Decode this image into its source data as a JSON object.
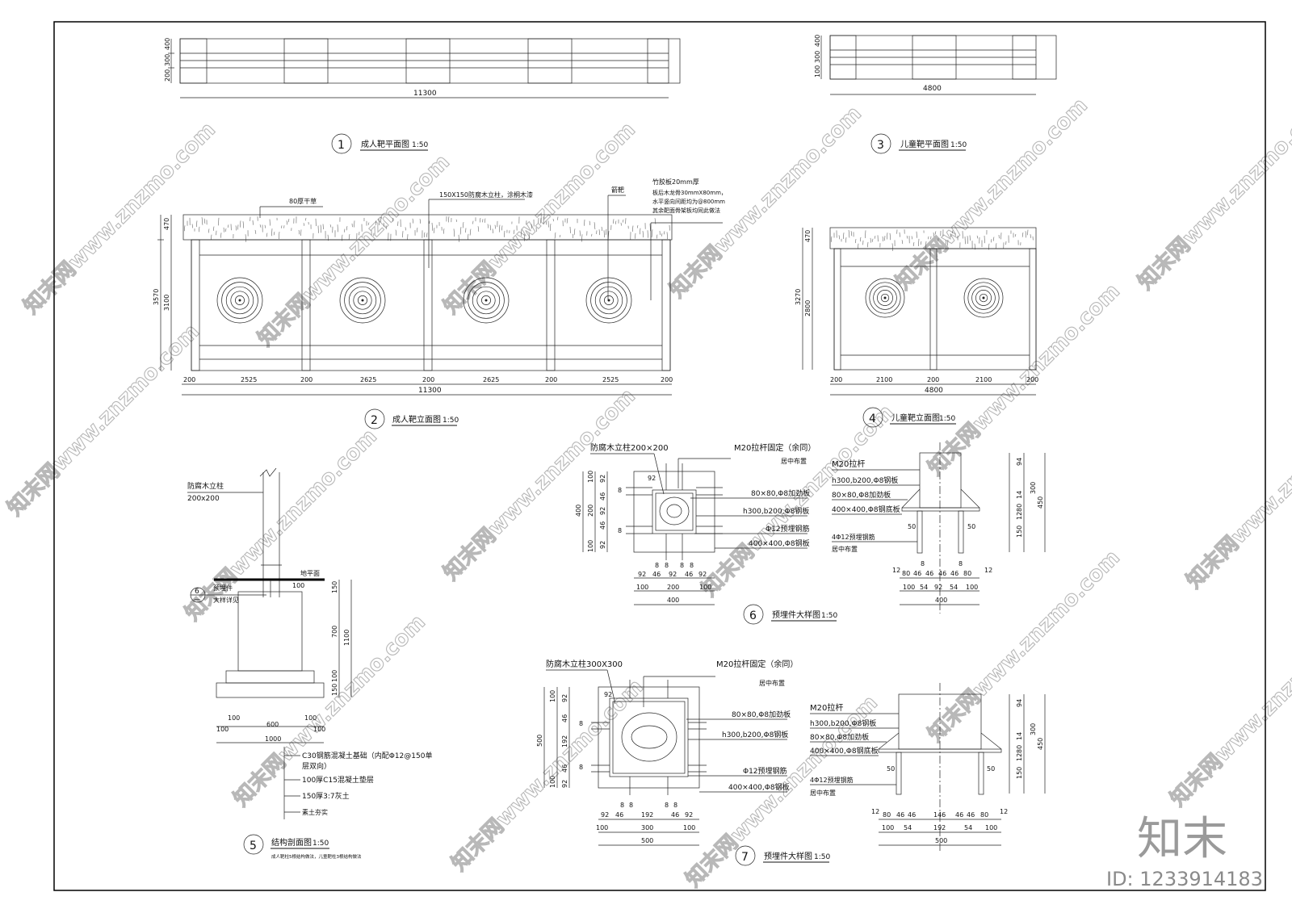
{
  "titles": {
    "t1": {
      "num": "1",
      "name": "成人靶平面图",
      "scale": "1:50"
    },
    "t2": {
      "num": "2",
      "name": "成人靶立面图",
      "scale": "1:50"
    },
    "t3": {
      "num": "3",
      "name": "儿童靶平面图",
      "scale": "1:50"
    },
    "t4": {
      "num": "4",
      "name": "儿童靶立面图",
      "scale": "1:50"
    },
    "t5": {
      "num": "5",
      "name": "结构剖面图",
      "scale": "1:50"
    },
    "t6": {
      "num": "6",
      "name": "预埋件大样图",
      "scale": "1:50"
    },
    "t7": {
      "num": "7",
      "name": "预埋件大样图",
      "scale": "1:50"
    }
  },
  "plan1": {
    "total": "11300",
    "dims": [
      "400",
      "300",
      "200"
    ]
  },
  "plan3": {
    "total": "4800",
    "dims": [
      "400",
      "300",
      "100"
    ]
  },
  "elev2": {
    "total": "11300",
    "height_total": "3570",
    "height_main": "3100",
    "height_top": "470",
    "bottom_dims": [
      "200",
      "2525",
      "200",
      "2625",
      "200",
      "2625",
      "200",
      "2525",
      "200"
    ],
    "note_grass": "80厚干草",
    "note_post": "150X150防腐木立柱，涂桐木漆",
    "note_target": "箭靶",
    "note_board": [
      "竹胶板20mm厚",
      "板后木龙骨30mmX80mm，",
      "水平竖向间距均为@800mm",
      "其余靶面骨架板均同此做法"
    ]
  },
  "elev4": {
    "total": "4800",
    "height_total": "3270",
    "height_main": "2800",
    "height_top": "470",
    "bottom_dims": [
      "200",
      "2100",
      "200",
      "2100",
      "200"
    ]
  },
  "section5": {
    "post_label": [
      "防腐木立柱",
      "200x200"
    ],
    "ground": "地平面",
    "embed_ref": [
      "6",
      "—"
    ],
    "embed_text": [
      "预埋件",
      "大样详见"
    ],
    "right_dims": [
      "150",
      "700",
      "100",
      "150"
    ],
    "right_total": "1100",
    "dim_100": "100",
    "bottom_dims": [
      "100",
      "100",
      "600",
      "100",
      "100"
    ],
    "bottom_total": "1000",
    "layers": [
      "C30钢筋混凝土基础（内配Φ12@150单",
      "层双向）",
      "100厚C15混凝土垫层",
      "150厚3:7灰土",
      "素土夯实"
    ],
    "footnote": "成人靶柱5根结构做法，儿童靶柱3根结构做法"
  },
  "detail6": {
    "post_label": "防腐木立柱200×200",
    "rod_label": "M20拉杆固定（余同）",
    "rod_sub": "居中布置",
    "labels": [
      "80×80,Φ8加劲板",
      "h300,b200,Φ8钢板",
      "Φ12预埋钢筋",
      "400×400,Φ8钢板"
    ],
    "side_labels": [
      "M20拉杆",
      "h300,b200,Φ8钢板",
      "80×80,Φ8加劲板",
      "400×400,Φ8钢底板",
      "4Φ12预埋钢筋",
      "居中布置"
    ],
    "left_dims": [
      "100",
      "92",
      "8",
      "200",
      "46",
      "92",
      "8",
      "46",
      "100",
      "92"
    ],
    "left_total": "400",
    "bottom_8": [
      "8",
      "8",
      "8",
      "8"
    ],
    "bottom_row1": [
      "92",
      "46",
      "92",
      "46",
      "92"
    ],
    "bottom_row2": [
      "100",
      "200",
      "100"
    ],
    "bottom_total": "400",
    "side_bottom_8": [
      "8",
      "8"
    ],
    "side_row1": [
      "12",
      "80",
      "46",
      "46",
      "46",
      "46",
      "80",
      "12"
    ],
    "side_row2": [
      "100",
      "54",
      "92",
      "54",
      "100"
    ],
    "side_total": "400",
    "side_right": [
      "94",
      "300",
      "14",
      "80",
      "12",
      "150"
    ],
    "side_right_total": "450",
    "side_50": [
      "50",
      "50"
    ],
    "top_92": "92"
  },
  "detail7": {
    "post_label": "防腐木立柱300X300",
    "rod_label": "M20拉杆固定（余同）",
    "rod_sub": "居中布置",
    "labels": [
      "80×80,Φ8加劲板",
      "h300,b200,Φ8钢板",
      "Φ12预埋钢筋",
      "400×400,Φ8钢板"
    ],
    "side_labels": [
      "M20拉杆",
      "h300,b200,Φ8钢板",
      "80×80,Φ8加劲板",
      "400×400,Φ8钢底板",
      "4Φ12预埋钢筋",
      "居中布置"
    ],
    "left_dims": [
      "100",
      "92",
      "8",
      "46",
      "192",
      "46",
      "8",
      "100",
      "92"
    ],
    "left_total": "500",
    "bottom_8": [
      "8",
      "8",
      "8",
      "8"
    ],
    "bottom_row1": [
      "92",
      "46",
      "192",
      "46",
      "92"
    ],
    "bottom_row2": [
      "100",
      "300",
      "100"
    ],
    "bottom_total": "500",
    "side_row1": [
      "12",
      "80",
      "46",
      "46",
      "146",
      "46",
      "46",
      "80",
      "12"
    ],
    "side_row2": [
      "100",
      "54",
      "192",
      "54",
      "100"
    ],
    "side_total": "500",
    "side_right": [
      "94",
      "300",
      "14",
      "80",
      "12",
      "150"
    ],
    "side_right_total": "450",
    "side_50": [
      "50",
      "50"
    ],
    "top_92": "92"
  },
  "watermark": {
    "text": "知末网www.znzmo.com",
    "logo": "知末",
    "id": "ID: 1233914183"
  }
}
